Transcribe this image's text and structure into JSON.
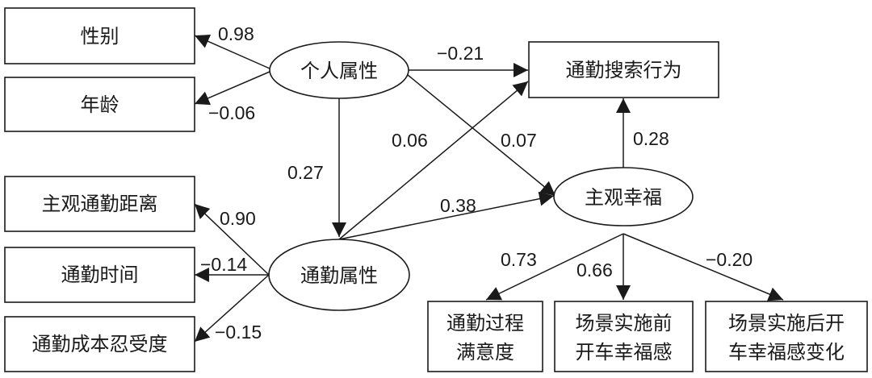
{
  "nodes": {
    "gender": "性别",
    "age": "年龄",
    "personal_attributes": "个人属性",
    "commute_search_behavior": "通勤搜索行为",
    "subjective_commute_distance": "主观通勤距离",
    "commute_time": "通勤时间",
    "commute_cost_tolerance": "通勤成本忍受度",
    "commute_attributes": "通勤属性",
    "subjective_wellbeing": "主观幸福",
    "commute_process_satisfaction_line1": "通勤过程",
    "commute_process_satisfaction_line2": "满意度",
    "pre_scenario_wellbeing_line1": "场景实施前",
    "pre_scenario_wellbeing_line2": "开车幸福感",
    "post_scenario_wellbeing_change_line1": "场景实施后开",
    "post_scenario_wellbeing_change_line2": "车幸福感变化"
  },
  "coefficients": {
    "personal_to_gender": "0.98",
    "personal_to_age": "−0.06",
    "personal_to_search": "−0.21",
    "personal_to_commute": "0.27",
    "commute_to_search": "0.06",
    "personal_to_wellbeing": "0.07",
    "wellbeing_to_search": "0.28",
    "commute_to_wellbeing": "0.38",
    "commute_to_distance": "0.90",
    "commute_to_time": "−0.14",
    "commute_to_cost": "−0.15",
    "wellbeing_to_process": "0.73",
    "wellbeing_to_pre": "0.66",
    "wellbeing_to_post": "−0.20"
  },
  "colors": {
    "stroke": "#1a1a1a",
    "background": "#ffffff"
  }
}
